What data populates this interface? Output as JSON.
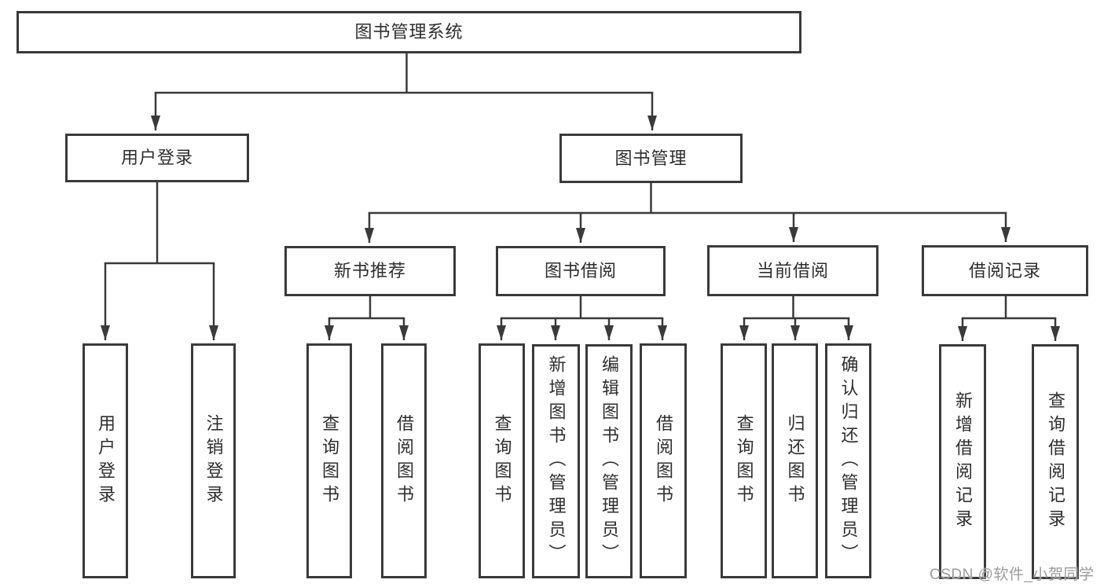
{
  "diagram": {
    "title_node": {
      "label": "图书管理系统"
    },
    "level2": {
      "user_login": {
        "label": "用户登录"
      },
      "book_management": {
        "label": "图书管理"
      }
    },
    "level3": {
      "new_book_recommendation": {
        "label": "新书推荐"
      },
      "book_borrowing": {
        "label": "图书借阅"
      },
      "current_borrowing": {
        "label": "当前借阅"
      },
      "borrowing_records": {
        "label": "借阅记录"
      }
    },
    "leaves": {
      "user_login": {
        "label": "用户登录"
      },
      "logout": {
        "label": "注销登录"
      },
      "rec_query_books": {
        "label": "查询图书"
      },
      "rec_borrow_books": {
        "label": "借阅图书"
      },
      "bb_query_books": {
        "label": "查询图书"
      },
      "bb_add_books": {
        "label": "新增图书（管理员）"
      },
      "bb_edit_books": {
        "label": "编辑图书（管理员）"
      },
      "bb_borrow_books": {
        "label": "借阅图书"
      },
      "cb_query_books": {
        "label": "查询图书"
      },
      "cb_return_books": {
        "label": "归还图书"
      },
      "cb_confirm_return": {
        "label": "确认归还（管理员）"
      },
      "br_add_record": {
        "label": "新增借阅记录"
      },
      "br_query_record": {
        "label": "查询借阅记录"
      }
    },
    "colors": {
      "line": "#3a3a3a",
      "box_border": "#3a3a3a",
      "text": "#2e2e2e",
      "background": "#ffffff"
    }
  },
  "watermark": {
    "text": "CSDN @软件_小贺同学",
    "color": "#9b9b9b"
  }
}
